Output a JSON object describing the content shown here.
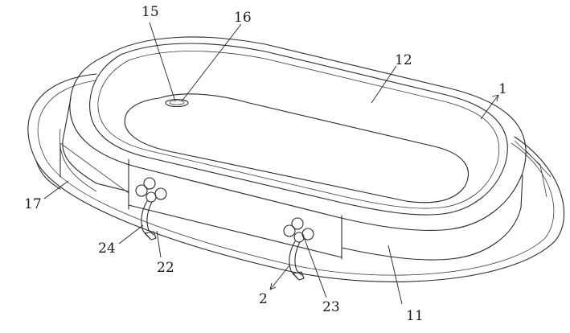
{
  "labels": {
    "l1": "1",
    "l2": "2",
    "l11": "11",
    "l12": "12",
    "l15": "15",
    "l16": "16",
    "l17": "17",
    "l22": "22",
    "l23": "23",
    "l24": "24"
  },
  "colors": {
    "line": "#2a2a2a",
    "background": "#ffffff"
  }
}
